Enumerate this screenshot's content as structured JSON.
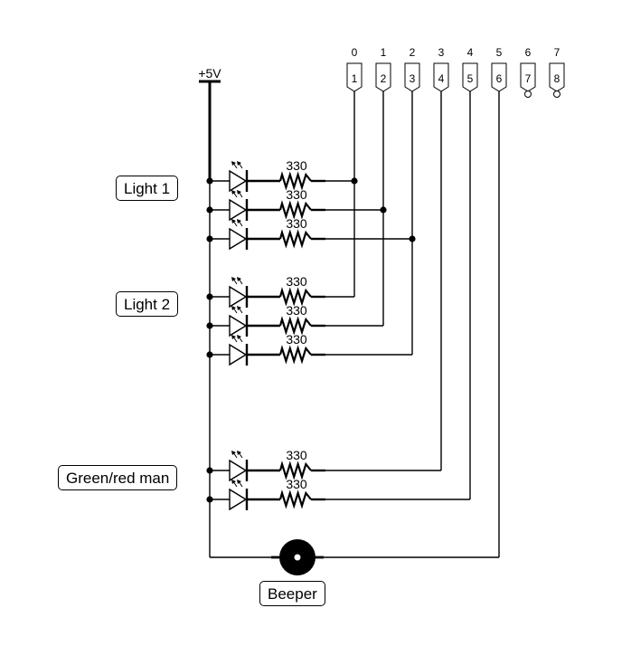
{
  "power_label": "+5V",
  "resistor_value": "330",
  "groups": {
    "light1": "Light 1",
    "light2": "Light 2",
    "man": "Green/red man",
    "beeper": "Beeper"
  },
  "connector": {
    "bit_labels": [
      "0",
      "1",
      "2",
      "3",
      "4",
      "5",
      "6",
      "7"
    ],
    "pin_labels": [
      "1",
      "2",
      "3",
      "4",
      "5",
      "6",
      "7",
      "8"
    ]
  }
}
